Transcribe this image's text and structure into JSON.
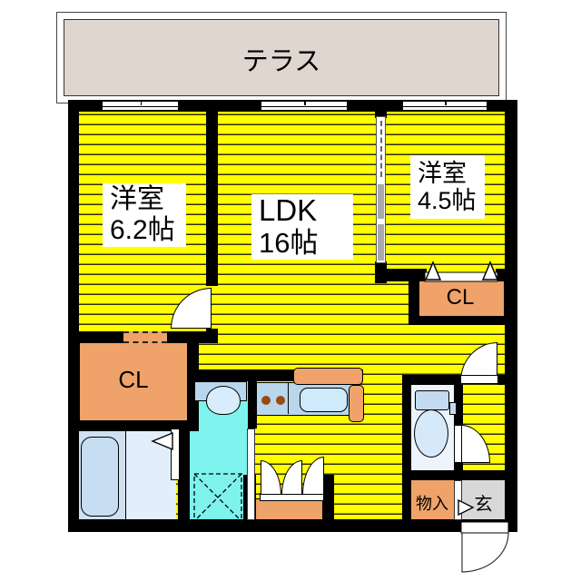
{
  "floorplan": {
    "terrace_label": "テラス",
    "rooms": {
      "west1": {
        "name": "洋室",
        "size": "6.2帖"
      },
      "ldk": {
        "name": "LDK",
        "size": "16帖"
      },
      "west2": {
        "name": "洋室",
        "size": "4.5帖"
      },
      "closet_left": {
        "label": "CL"
      },
      "closet_right": {
        "label": "CL"
      },
      "storage": {
        "label": "物入"
      },
      "entrance": {
        "label": "玄"
      }
    },
    "colors": {
      "tatami_yellow": "#ffff00",
      "closet_orange": "#efa269",
      "terrace_beige": "#ded6cf",
      "washroom_cyan": "#7ef2ec",
      "bathroom_blue": "#cfe0f2",
      "counter_blue": "#b8d6ec",
      "entrance_gray": "#d8d8d8",
      "wall_black": "#000000"
    }
  }
}
